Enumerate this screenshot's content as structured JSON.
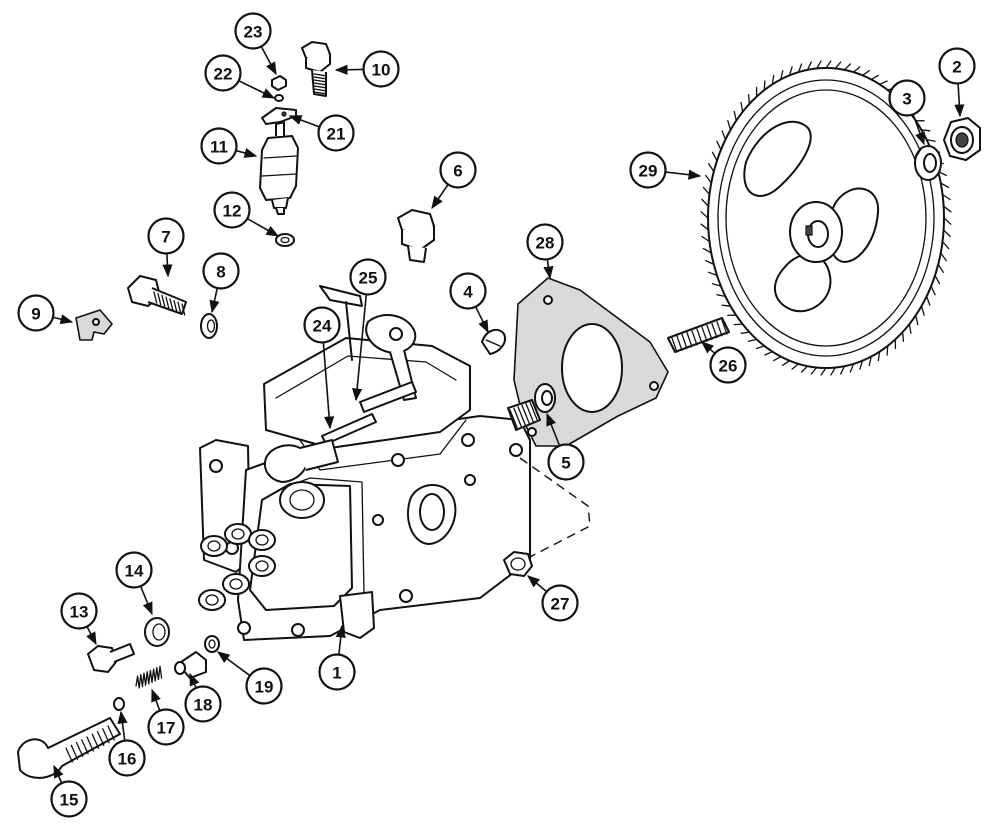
{
  "callouts": {
    "c1": "1",
    "c2": "2",
    "c3": "3",
    "c4": "4",
    "c5": "5",
    "c6": "6",
    "c7": "7",
    "c8": "8",
    "c9": "9",
    "c10": "10",
    "c11": "11",
    "c12": "12",
    "c13": "13",
    "c14": "14",
    "c15": "15",
    "c16": "16",
    "c17": "17",
    "c18": "18",
    "c19": "19",
    "c21": "21",
    "c22": "22",
    "c23": "23",
    "c24": "24",
    "c25": "25",
    "c26": "26",
    "c27": "27",
    "c28": "28",
    "c29": "29"
  }
}
